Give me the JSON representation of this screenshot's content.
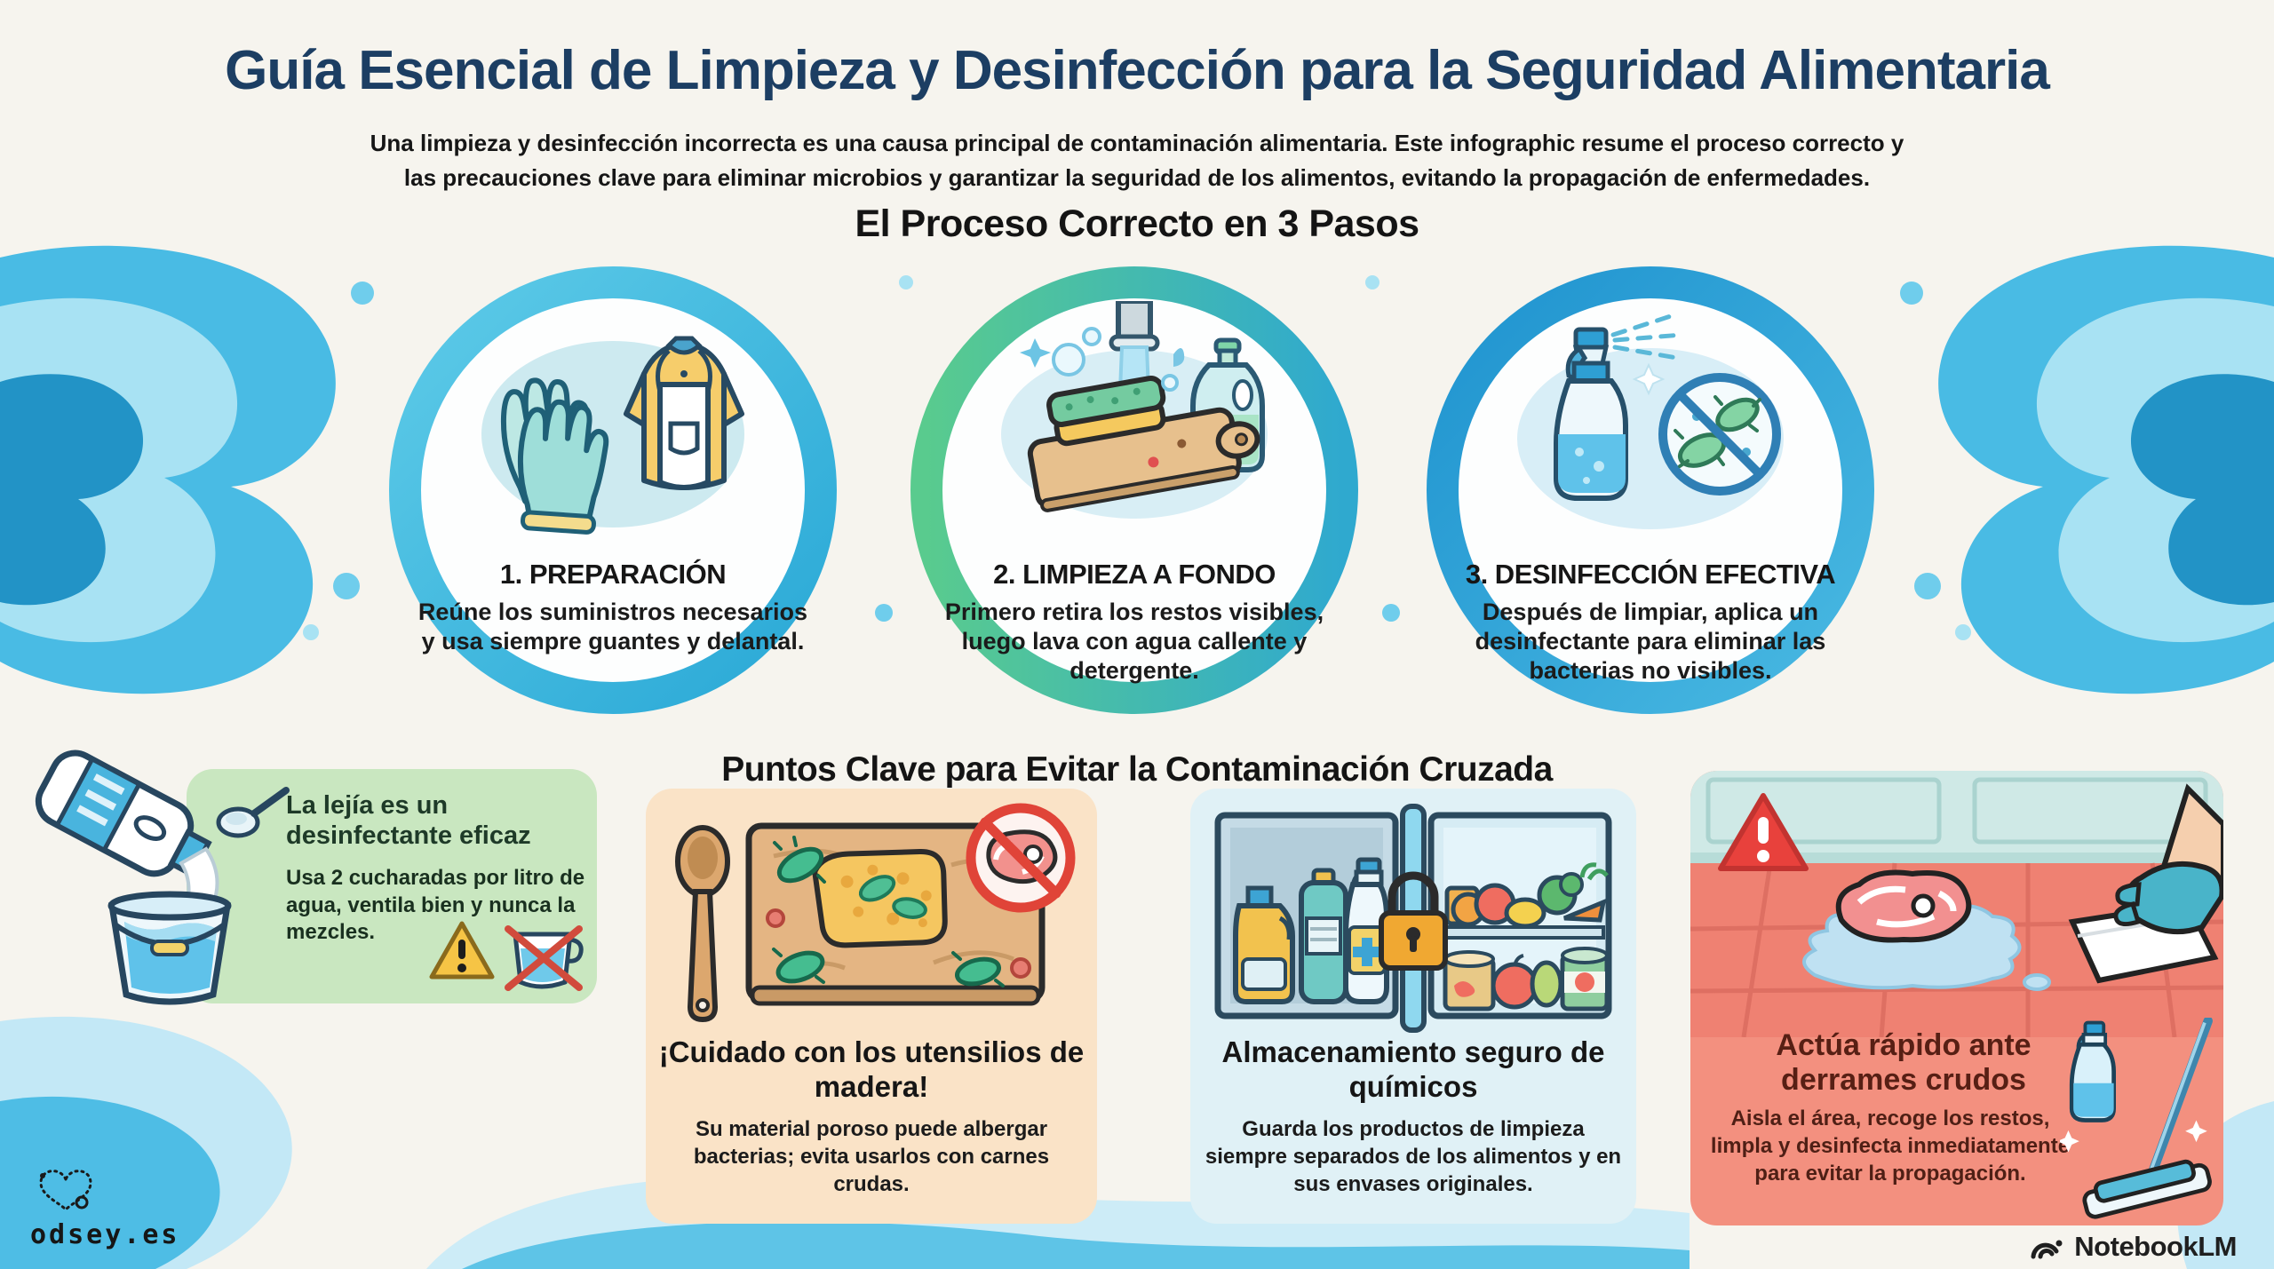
{
  "header": {
    "title": "Guía Esencial de Limpieza y Desinfección para la Seguridad Alimentaria",
    "subtitle_line1": "Una limpieza y desinfección incorrecta es una causa principal de contaminación alimentaria. Este infographic resume el proceso correcto y",
    "subtitle_line2": "las precauciones clave para eliminar microbios y garantizar la seguridad de los alimentos, evitando la propagación de enfermedades."
  },
  "process_section": {
    "heading": "El Proceso Correcto en 3 Pasos",
    "steps": [
      {
        "title": "1. PREPARACIÓN",
        "description": "Reúne los suministros necesarios y usa siempre guantes y delantal.",
        "icon": "gloves-and-apron-icon",
        "ring_colors": [
          "#5ecbe8",
          "#29a8d6"
        ]
      },
      {
        "title": "2. LIMPIEZA A FONDO",
        "description": "Primero retira los restos visibles, luego lava con agua callente y detergente.",
        "icon": "washing-cutting-board-icon",
        "ring_colors": [
          "#59cb8e",
          "#2fa9cf"
        ]
      },
      {
        "title": "3. DESINFECCIÓN EFECTIVA",
        "description": "Después de limpiar, aplica un desinfectante para eliminar las bacterias no visibles.",
        "icon": "disinfectant-spray-no-bacteria-icon",
        "ring_colors": [
          "#1f93cf",
          "#49b9e2"
        ]
      }
    ]
  },
  "key_points_section": {
    "heading": "Puntos Clave para Evitar la Contaminación Cruzada",
    "cards": [
      {
        "id": "bleach",
        "title": "La lejía es un desinfectante eficaz",
        "description": "Usa 2 cucharadas por litro de agua, ventila bien y nunca la mezcles.",
        "icons": [
          "bleach-bottle-and-bucket-icon",
          "warning-triangle-icon",
          "no-mixing-cup-icon"
        ],
        "background": "#c9e7c0"
      },
      {
        "id": "wooden-utensils",
        "title": "¡Cuidado con los utensilios de madera!",
        "description": "Su material poroso puede albergar bacterias; evita usarlos con carnes crudas.",
        "icons": [
          "wooden-spoon-icon",
          "contaminated-cutting-board-icon",
          "no-raw-meat-icon"
        ],
        "background": "#fae3c7"
      },
      {
        "id": "chemical-storage",
        "title": "Almacenamiento seguro de químicos",
        "description": "Guarda los productos de limpieza siempre separados de los alimentos y en sus envases originales.",
        "icons": [
          "locked-split-cabinet-icon",
          "padlock-icon"
        ],
        "background": "#e0f1f6"
      },
      {
        "id": "raw-spills",
        "title": "Actúa rápido ante derrames crudos",
        "description": "Aisla el área, recoge los restos, limpla y desinfecta inmediatamente para evitar la propagación.",
        "icons": [
          "warning-triangle-icon",
          "raw-meat-spill-icon",
          "gloved-hand-wiping-icon",
          "mop-and-spray-icon"
        ],
        "background": "#f3907f"
      }
    ]
  },
  "footer": {
    "left_brand": "odsey.es",
    "right_brand": "NotebookLM"
  },
  "colors": {
    "title_navy": "#1c3e63",
    "text_dark": "#1d1d1f",
    "wave_blue": "#49bbe4",
    "wave_light": "#a8e2f3",
    "wave_deep": "#2293c6",
    "background": "#f6f4ee",
    "green_card": "#c9e7c0",
    "peach_card": "#fae3c7",
    "blue_card": "#e0f1f6",
    "red_card": "#f3907f"
  }
}
